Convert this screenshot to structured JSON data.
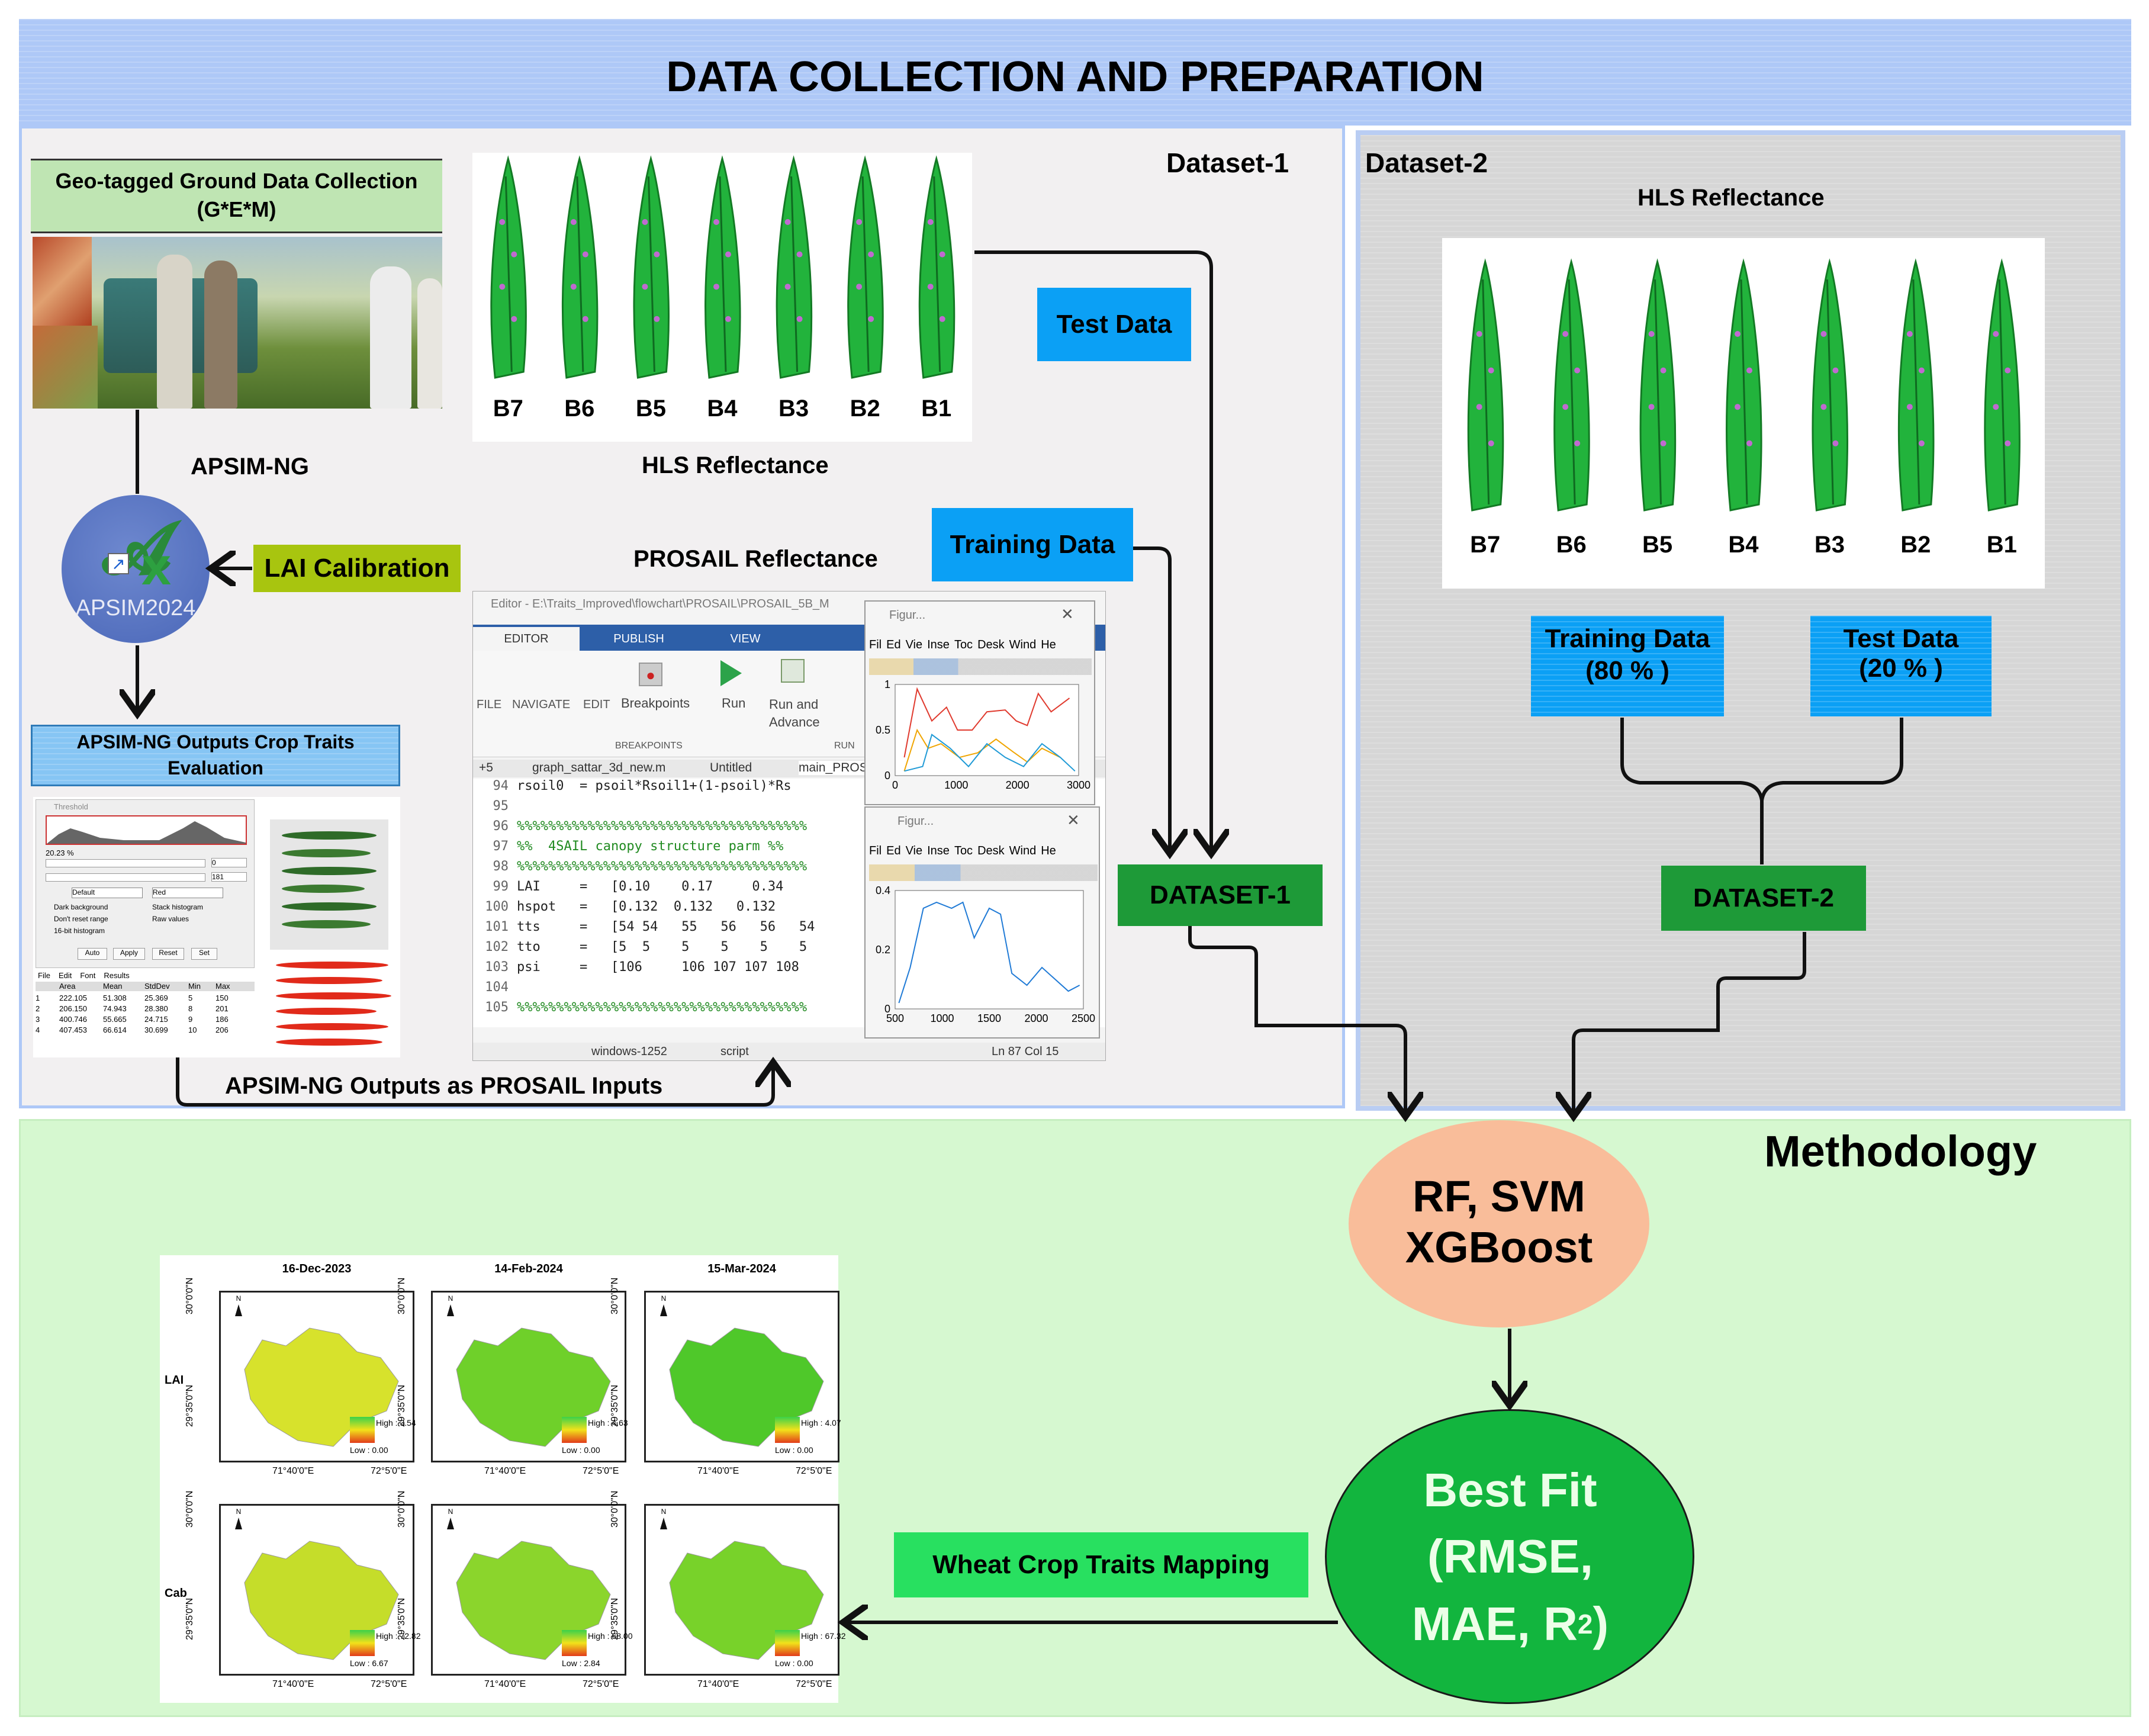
{
  "header": {
    "title": "DATA COLLECTION AND PREPARATION"
  },
  "colors": {
    "header_bg": "#aec8f7",
    "dataset_blue": "#0ba0f5",
    "dataset_green": "#1e9a38",
    "lai_green": "#a8c50f",
    "method_bg": "#d6f8d0",
    "rf_oval": "#f9bd9a",
    "best_fit": "#12b53e"
  },
  "dataset1": {
    "label": "Dataset-1",
    "ground": {
      "title_line1": "Geo-tagged Ground Data Collection",
      "title_line2": "(G*E*M)"
    },
    "apsim_label": "APSIM-NG",
    "apsim_logo_text": "APSIM2024",
    "lai_calibration": "LAI Calibration",
    "apsim_outputs_line1": "APSIM-NG Outputs Crop Traits",
    "apsim_outputs_line2": "Evaluation",
    "apsim_to_prosail": "APSIM-NG Outputs as  PROSAIL Inputs",
    "bands": [
      "B7",
      "B6",
      "B5",
      "B4",
      "B3",
      "B2",
      "B1"
    ],
    "hls_label": "HLS Reflectance",
    "prosail_label": "PROSAIL Reflectance",
    "test_data": "Test Data",
    "training_data": "Training Data",
    "dataset_box": "DATASET-1"
  },
  "dataset2": {
    "label": "Dataset-2",
    "hls_label": "HLS Reflectance",
    "bands": [
      "B7",
      "B6",
      "B5",
      "B4",
      "B3",
      "B2",
      "B1"
    ],
    "training_line1": "Training Data",
    "training_line2": "(80 % )",
    "test_line1": "Test Data",
    "test_line2": "(20 % )",
    "dataset_box": "DATASET-2"
  },
  "imagej": {
    "title": "Threshold",
    "percent": "20.23 %",
    "slider_vals": [
      "0",
      "181"
    ],
    "method": "Default",
    "mode": "Red",
    "checks": [
      "Dark background",
      "Stack histogram",
      "Don't reset range",
      "Raw values",
      "16-bit histogram"
    ],
    "buttons": [
      "Auto",
      "Apply",
      "Reset",
      "Set"
    ],
    "menu": [
      "File",
      "Edit",
      "Font",
      "Results"
    ],
    "headers": [
      "",
      "Area",
      "Mean",
      "StdDev",
      "Min",
      "Max"
    ],
    "rows": [
      [
        "1",
        "222.105",
        "51.308",
        "25.369",
        "5",
        "150"
      ],
      [
        "2",
        "206.150",
        "74.943",
        "28.380",
        "8",
        "201"
      ],
      [
        "3",
        "400.746",
        "55.665",
        "24.715",
        "9",
        "186"
      ],
      [
        "4",
        "407.453",
        "66.614",
        "30.699",
        "10",
        "206"
      ]
    ]
  },
  "matlab": {
    "title": "Editor - E:\\Traits_Improved\\flowchart\\PROSAIL\\PROSAIL_5B_M",
    "tabs": [
      "EDITOR",
      "PUBLISH",
      "VIEW"
    ],
    "groups": [
      "FILE",
      "NAVIGATE",
      "EDIT",
      "Breakpoints",
      "Run",
      "Run and Advance",
      "BREAKPOINTS",
      "RUN"
    ],
    "file_tabs": [
      "+5",
      "graph_sattar_3d_new.m",
      "Untitled",
      "main_PROS"
    ],
    "code_lines": [
      {
        "num": "94",
        "text": "rsoil0  = psoil*Rsoil1+(1-psoil)*Rs"
      },
      {
        "num": "95",
        "text": ""
      },
      {
        "num": "96",
        "text": "%%%%%%%%%%%%%%%%%%%%%%%%%%%%%%%%%%%%%"
      },
      {
        "num": "97",
        "text": "%%  4SAIL canopy structure parm %%"
      },
      {
        "num": "98",
        "text": "%%%%%%%%%%%%%%%%%%%%%%%%%%%%%%%%%%%%%"
      },
      {
        "num": "99",
        "text": "LAI     =   [0.10    0.17     0.34"
      },
      {
        "num": "100",
        "text": "hspot   =   [0.132  0.132   0.132"
      },
      {
        "num": "101",
        "text": "tts     =   [54 54   55   56   56   54"
      },
      {
        "num": "102",
        "text": "tto     =   [5  5    5    5    5    5"
      },
      {
        "num": "103",
        "text": "psi     =   [106     106 107 107 108"
      },
      {
        "num": "104",
        "text": ""
      },
      {
        "num": "105",
        "text": "%%%%%%%%%%%%%%%%%%%%%%%%%%%%%%%%%%%%%"
      }
    ],
    "status": [
      "windows-1252",
      "script",
      "Ln  87   Col  15"
    ],
    "fig_title": "Figur...",
    "fig_menu": [
      "Fil",
      "Ed",
      "Vie",
      "Inse",
      "Toc",
      "Desk",
      "Wind",
      "He"
    ],
    "fig1": {
      "yticks": [
        "1",
        "0.5",
        "0"
      ],
      "xticks": [
        "0",
        "1000",
        "2000",
        "3000"
      ]
    },
    "fig2": {
      "yticks": [
        "0.4",
        "0.2",
        "0"
      ],
      "xticks": [
        "500",
        "1000",
        "1500",
        "2000",
        "2500"
      ]
    }
  },
  "methodology": {
    "label": "Methodology",
    "model_line1": "RF, SVM",
    "model_line2": "XGBoost",
    "best_line1": "Best Fit",
    "best_line2": "(RMSE,",
    "best_line3": "MAE, R",
    "best_sup": "2",
    "best_close": " )",
    "mapping": "Wheat Crop Traits Mapping"
  },
  "maps": {
    "dates": [
      "16-Dec-2023",
      "14-Feb-2024",
      "15-Mar-2024"
    ],
    "rows": [
      "LAI",
      "Cab"
    ],
    "lat_labels": [
      "30°0'0\"N",
      "29°35'0\"N"
    ],
    "lon_labels": [
      "71°40'0\"E",
      "72°5'0\"E"
    ],
    "north": "N",
    "legends": [
      [
        "High : 3.54",
        "Low : 0.00"
      ],
      [
        "High : 4.63",
        "Low : 0.00"
      ],
      [
        "High : 4.07",
        "Low : 0.00"
      ],
      [
        "High : 72.82",
        "Low : 6.67"
      ],
      [
        "High : 68.00",
        "Low : 2.84"
      ],
      [
        "High : 67.32",
        "Low : 0.00"
      ]
    ],
    "fills": [
      "#d7e22c",
      "#6fd02a",
      "#4fc82a",
      "#c5dd2a",
      "#8bd52c",
      "#78d22a"
    ]
  }
}
